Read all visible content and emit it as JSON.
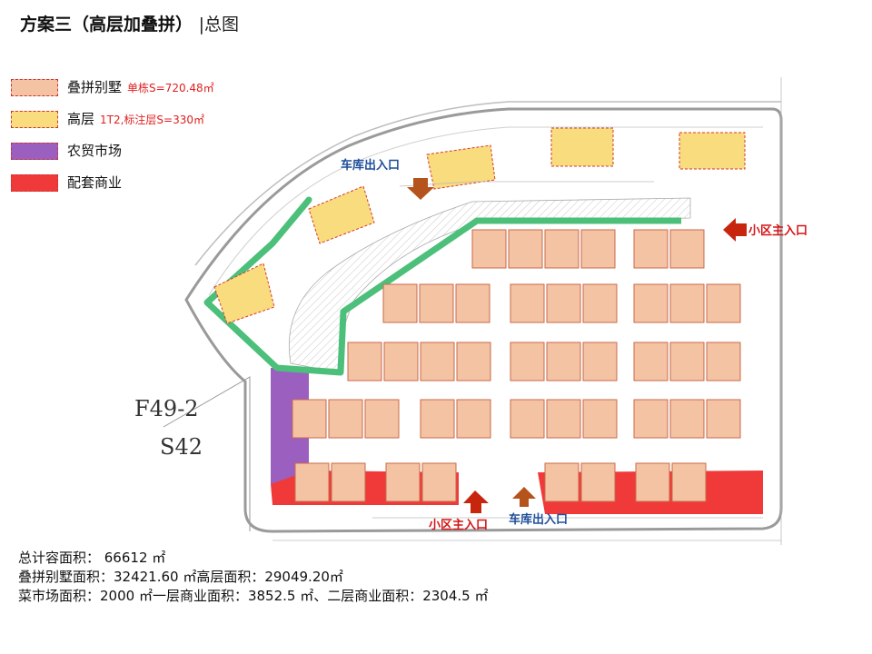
{
  "title": {
    "main": "方案三（高层加叠拼）",
    "sub": "|总图"
  },
  "legend": [
    {
      "label": "叠拼别墅",
      "note": "单栋S=720.48㎡",
      "color": "#f4c3a3"
    },
    {
      "label": "高层",
      "note": "1T2,标注层S=330㎡",
      "color": "#f9dc7e"
    },
    {
      "label": "农贸市场",
      "note": "",
      "color": "#9b5fc0"
    },
    {
      "label": "配套商业",
      "note": "",
      "color": "#f03a3a"
    }
  ],
  "site_labels": {
    "plot_code": "F49-2",
    "zone_code": "S42"
  },
  "entrances": {
    "garage_top": "车库出入口",
    "main_right": "小区主入口",
    "main_bottom": "小区主入口",
    "garage_bottom": "车库出入口"
  },
  "stats": {
    "total_far": "总计容面积：  66612 ㎡",
    "villa_highrise": "叠拼别墅面积：32421.60 ㎡高层面积：29049.20㎡",
    "market_commercial": "菜市场面积：2000 ㎡一层商业面积：3852.5 ㎡、二层商业面积：2304.5 ㎡"
  },
  "colors": {
    "villa": "#f4c3a3",
    "highrise": "#f9dc7e",
    "market": "#9b5fc0",
    "commercial": "#f03a3a",
    "green_line": "#4cc07a",
    "arrow_red": "#c8250f",
    "arrow_orange": "#b5531c",
    "label_blue": "#1f4e9a",
    "label_red": "#d41515"
  }
}
